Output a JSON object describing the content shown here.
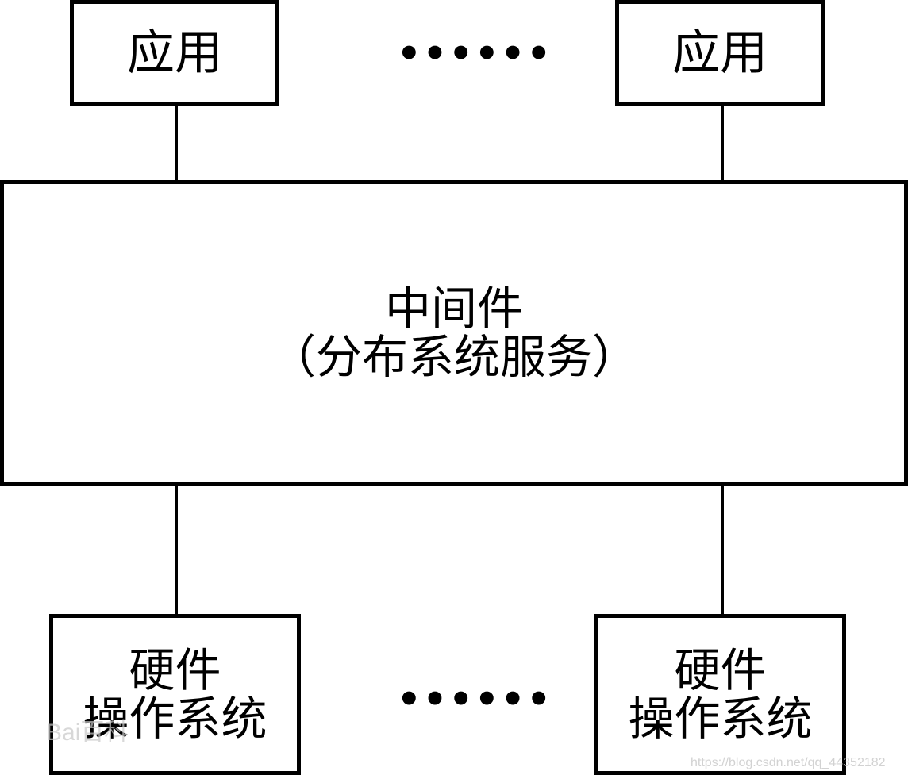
{
  "diagram": {
    "apps": [
      {
        "label": "应用"
      },
      {
        "label": "应用"
      }
    ],
    "ellipsis_top": "••••••",
    "middleware": {
      "title": "中间件",
      "subtitle": "（分布系统服务）"
    },
    "platforms": [
      {
        "line1": "硬件",
        "line2": "操作系统"
      },
      {
        "line1": "硬件",
        "line2": "操作系统"
      }
    ],
    "ellipsis_bottom": "••••••"
  },
  "watermarks": {
    "left": "Bai百科",
    "right": "https://blog.csdn.net/qq_44352182"
  }
}
